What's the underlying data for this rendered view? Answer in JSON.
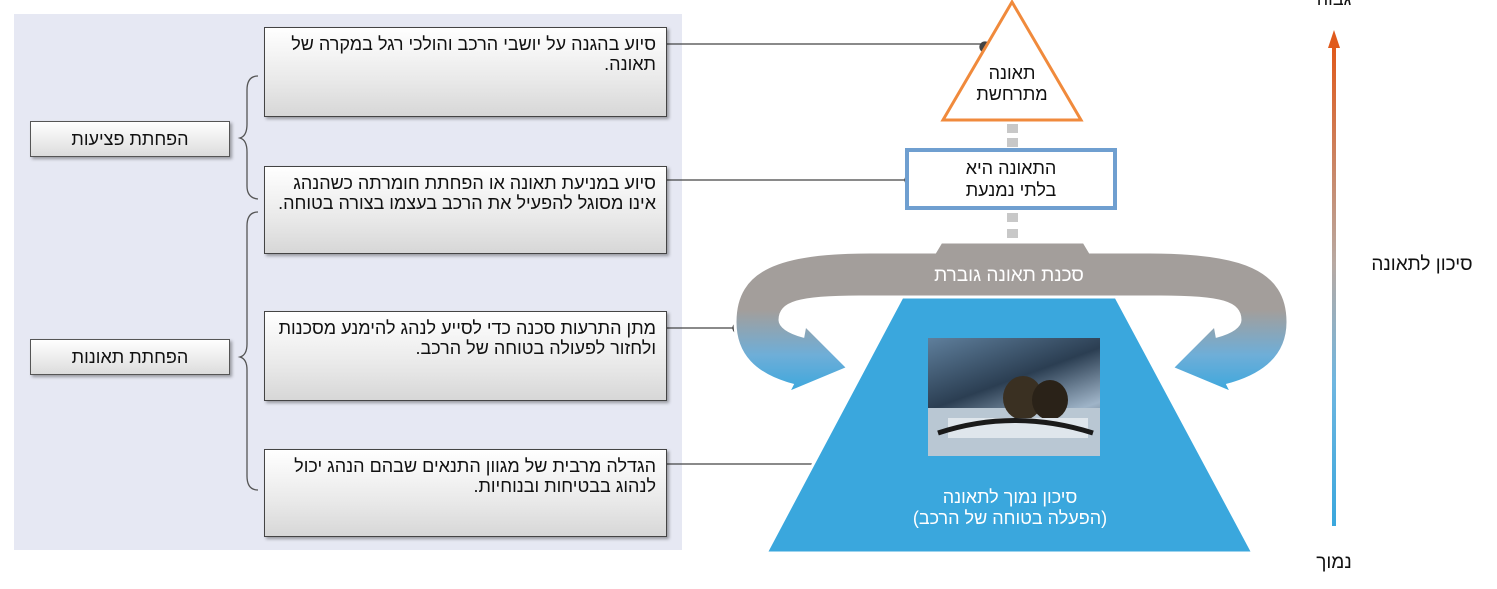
{
  "categories": {
    "injury_reduction": "הפחתת פציעות",
    "accident_reduction": "הפחתת תאונות"
  },
  "descriptions": [
    "סיוע בהגנה על יושבי הרכב והולכי רגל במקרה של תאונה.",
    "סיוע במניעת תאונה או הפחתת חומרתה כשהנהג אינו מסוגל להפעיל את הרכב בעצמו בצורה בטוחה.",
    "מתן התרעות סכנה כדי לסייע לנהג להימנע מסכנות ולחזור לפעולה בטוחה של הרכב.",
    "הגדלה מרבית של מגוון התנאים שבהם הנהג יכול לנהוג בבטיחות ובנוחיות."
  ],
  "triangle": {
    "line1": "תאונה",
    "line2": "מתרחשת"
  },
  "unavoidable": {
    "line1": "התאונה היא",
    "line2": "בלתי נמנעת"
  },
  "elevated_risk": "סכנת תאונה גוברת",
  "low_risk": {
    "line1": "סיכון נמוך לתאונה",
    "line2": "(הפעלה בטוחה של הרכב)"
  },
  "axis": {
    "high": "גבוה",
    "label": "סיכון לתאונה",
    "low": "נמוך"
  },
  "colors": {
    "triangle": "#f08a3c",
    "blue": "#3aa7dd",
    "gray": "#a39e9b",
    "axis_top": "#e05a1c"
  }
}
